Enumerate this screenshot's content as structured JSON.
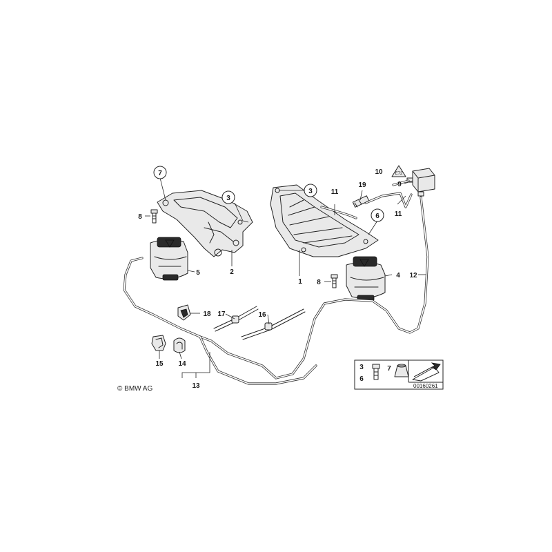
{
  "labels": {
    "l1": "1",
    "l2": "2",
    "l3a": "3",
    "l3b": "3",
    "l4": "4",
    "l5": "5",
    "l6": "6",
    "l7": "7",
    "l8a": "8",
    "l8b": "8",
    "l9": "9",
    "l10": "10",
    "l11a": "11",
    "l11b": "11",
    "l12": "12",
    "l13": "13",
    "l14": "14",
    "l15": "15",
    "l16": "16",
    "l17": "17",
    "l18": "18",
    "l19": "19"
  },
  "legend": {
    "n3": "3",
    "n6": "6",
    "n7": "7"
  },
  "copyright": "© BMW AG",
  "reference": "00160261"
}
